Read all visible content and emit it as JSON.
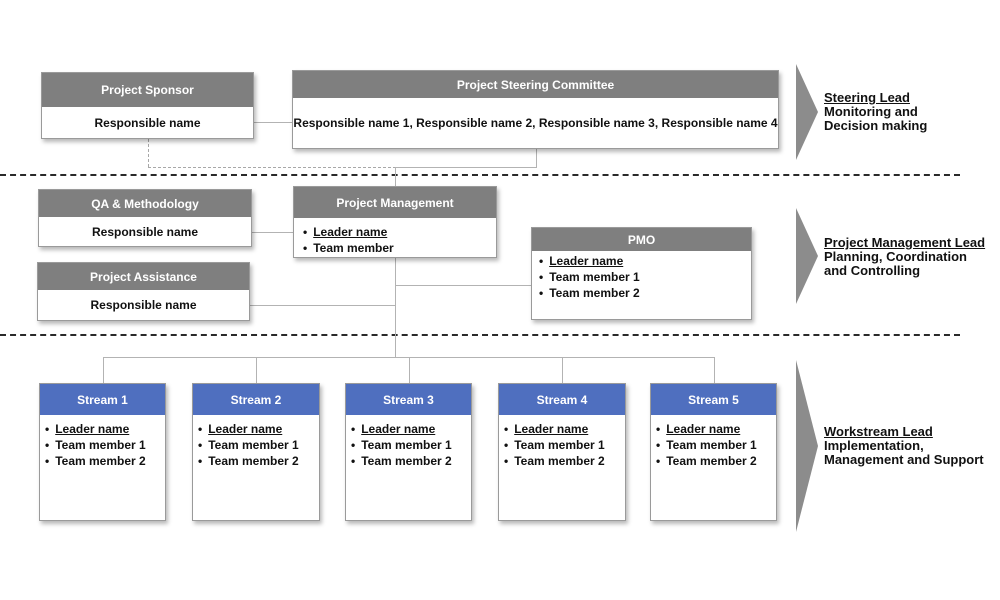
{
  "sponsor": {
    "title": "Project Sponsor",
    "responsible": "Responsible name"
  },
  "steering": {
    "title": "Project Steering Committee",
    "responsible": "Responsible name 1, Responsible name 2, Responsible name 3, Responsible name 4"
  },
  "qa": {
    "title": "QA & Methodology",
    "responsible": "Responsible name"
  },
  "assistance": {
    "title": "Project Assistance",
    "responsible": "Responsible name"
  },
  "pm": {
    "title": "Project  Management",
    "leader": "Leader name",
    "member": "Team member"
  },
  "pmo": {
    "title": "PMO",
    "leader": "Leader name",
    "member1": "Team member 1",
    "member2": "Team member 2"
  },
  "streams": [
    {
      "title": "Stream 1",
      "leader": "Leader name",
      "member1": "Team member 1",
      "member2": "Team member 2"
    },
    {
      "title": "Stream 2",
      "leader": "Leader name",
      "member1": "Team member 1",
      "member2": "Team member 2"
    },
    {
      "title": "Stream 3",
      "leader": "Leader name",
      "member1": "Team member 1",
      "member2": "Team member 2"
    },
    {
      "title": "Stream 4",
      "leader": "Leader name",
      "member1": "Team member 1",
      "member2": "Team member 2"
    },
    {
      "title": "Stream 5",
      "leader": "Leader name",
      "member1": "Team member 1",
      "member2": "Team member 2"
    }
  ],
  "side_labels": [
    {
      "title": "Steering Lead",
      "line2": "Monitoring and",
      "line3": "Decision making"
    },
    {
      "title": "Project Management Lead",
      "line2": "Planning, Coordination",
      "line3": "and Controlling"
    },
    {
      "title": "Workstream Lead",
      "line2": "Implementation,",
      "line3": "Management and Support"
    }
  ],
  "colors": {
    "header_gray": "#7f7f7f",
    "header_blue": "#4f6fbf",
    "chevron": "#8c8c8c",
    "connector": "#b3b3b3"
  }
}
